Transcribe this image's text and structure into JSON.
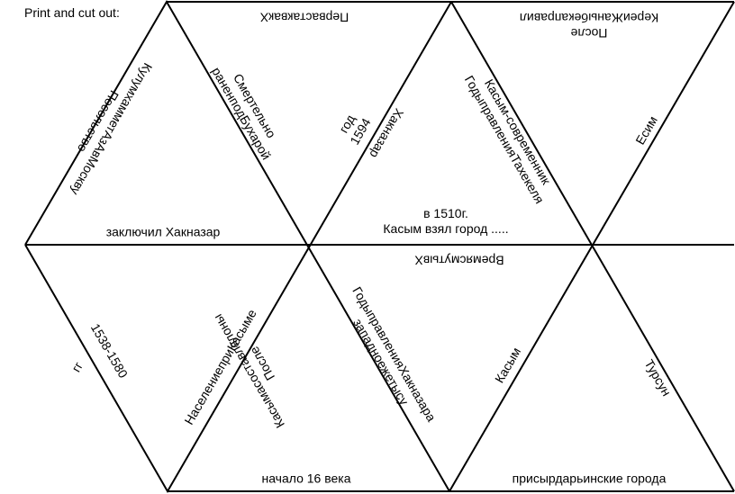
{
  "header": {
    "title": "Print and cut out:"
  },
  "cells": [
    {
      "id": "t1-left",
      "text": "КулумхамметАзАвМоскву\nПосольство"
    },
    {
      "id": "t1-bottom",
      "text": "заключил Хакназар"
    },
    {
      "id": "t2-top",
      "text": "ПервастаквакХ"
    },
    {
      "id": "t2-left",
      "text": "Смертельно\nраненподБухарой"
    },
    {
      "id": "t2-right",
      "text": "год\n1594"
    },
    {
      "id": "t3-left",
      "text": "Хакназар"
    },
    {
      "id": "t3-bottom",
      "text": "в 1510г.\nКасым взял город ....."
    },
    {
      "id": "t3-right",
      "text": "Касым-современник\nГодыправленияТахекеля"
    },
    {
      "id": "t4-top",
      "text": "После\nКереиЖаныбекаправил"
    },
    {
      "id": "t4-right",
      "text": "Есим"
    },
    {
      "id": "t5-left",
      "text": "гг"
    },
    {
      "id": "t5-right",
      "text": "1538-1580"
    },
    {
      "id": "t6-top",
      "text": "ВремясмутывХ"
    },
    {
      "id": "t6-left",
      "text": "НаселениеприКасыме"
    },
    {
      "id": "t6-right",
      "text": "Касымасоставлялоны\nПосле"
    },
    {
      "id": "t6-bottom",
      "text": "начало 16 века"
    },
    {
      "id": "t7-left",
      "text": "ГодыправленияХакназара\nзападноежетысу"
    },
    {
      "id": "t7-right",
      "text": "Касым"
    },
    {
      "id": "t7-bottom",
      "text": "присырдарьинские города"
    },
    {
      "id": "t8-right",
      "text": "Турсун"
    }
  ]
}
